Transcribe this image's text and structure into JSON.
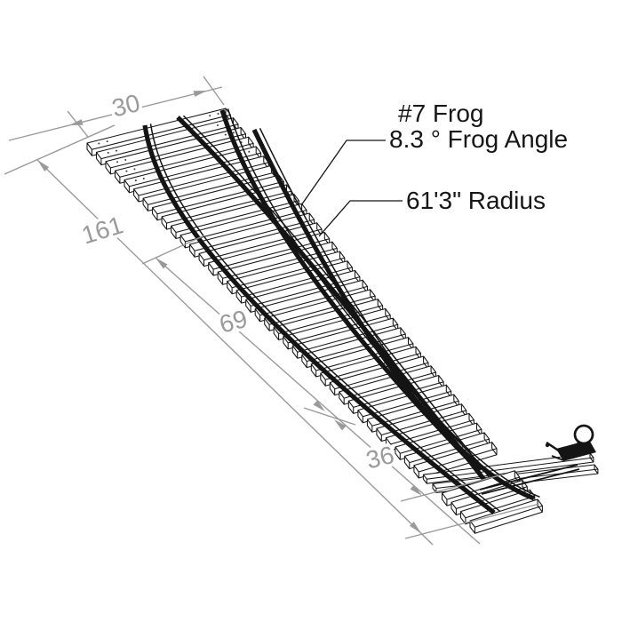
{
  "diagram": {
    "name": "number-7-turnout-isometric-drawing",
    "dimensions": {
      "heel_width": "30",
      "overall_length": "161",
      "lead_length": "69",
      "heel_length": "36"
    },
    "annotations": {
      "frog_number": "#7 Frog",
      "frog_angle": "8.3 ° Frog Angle",
      "radius": "61'3\" Radius"
    },
    "colors": {
      "dimension": "#9a9a9a",
      "ink": "#141414",
      "background": "#ffffff"
    }
  }
}
